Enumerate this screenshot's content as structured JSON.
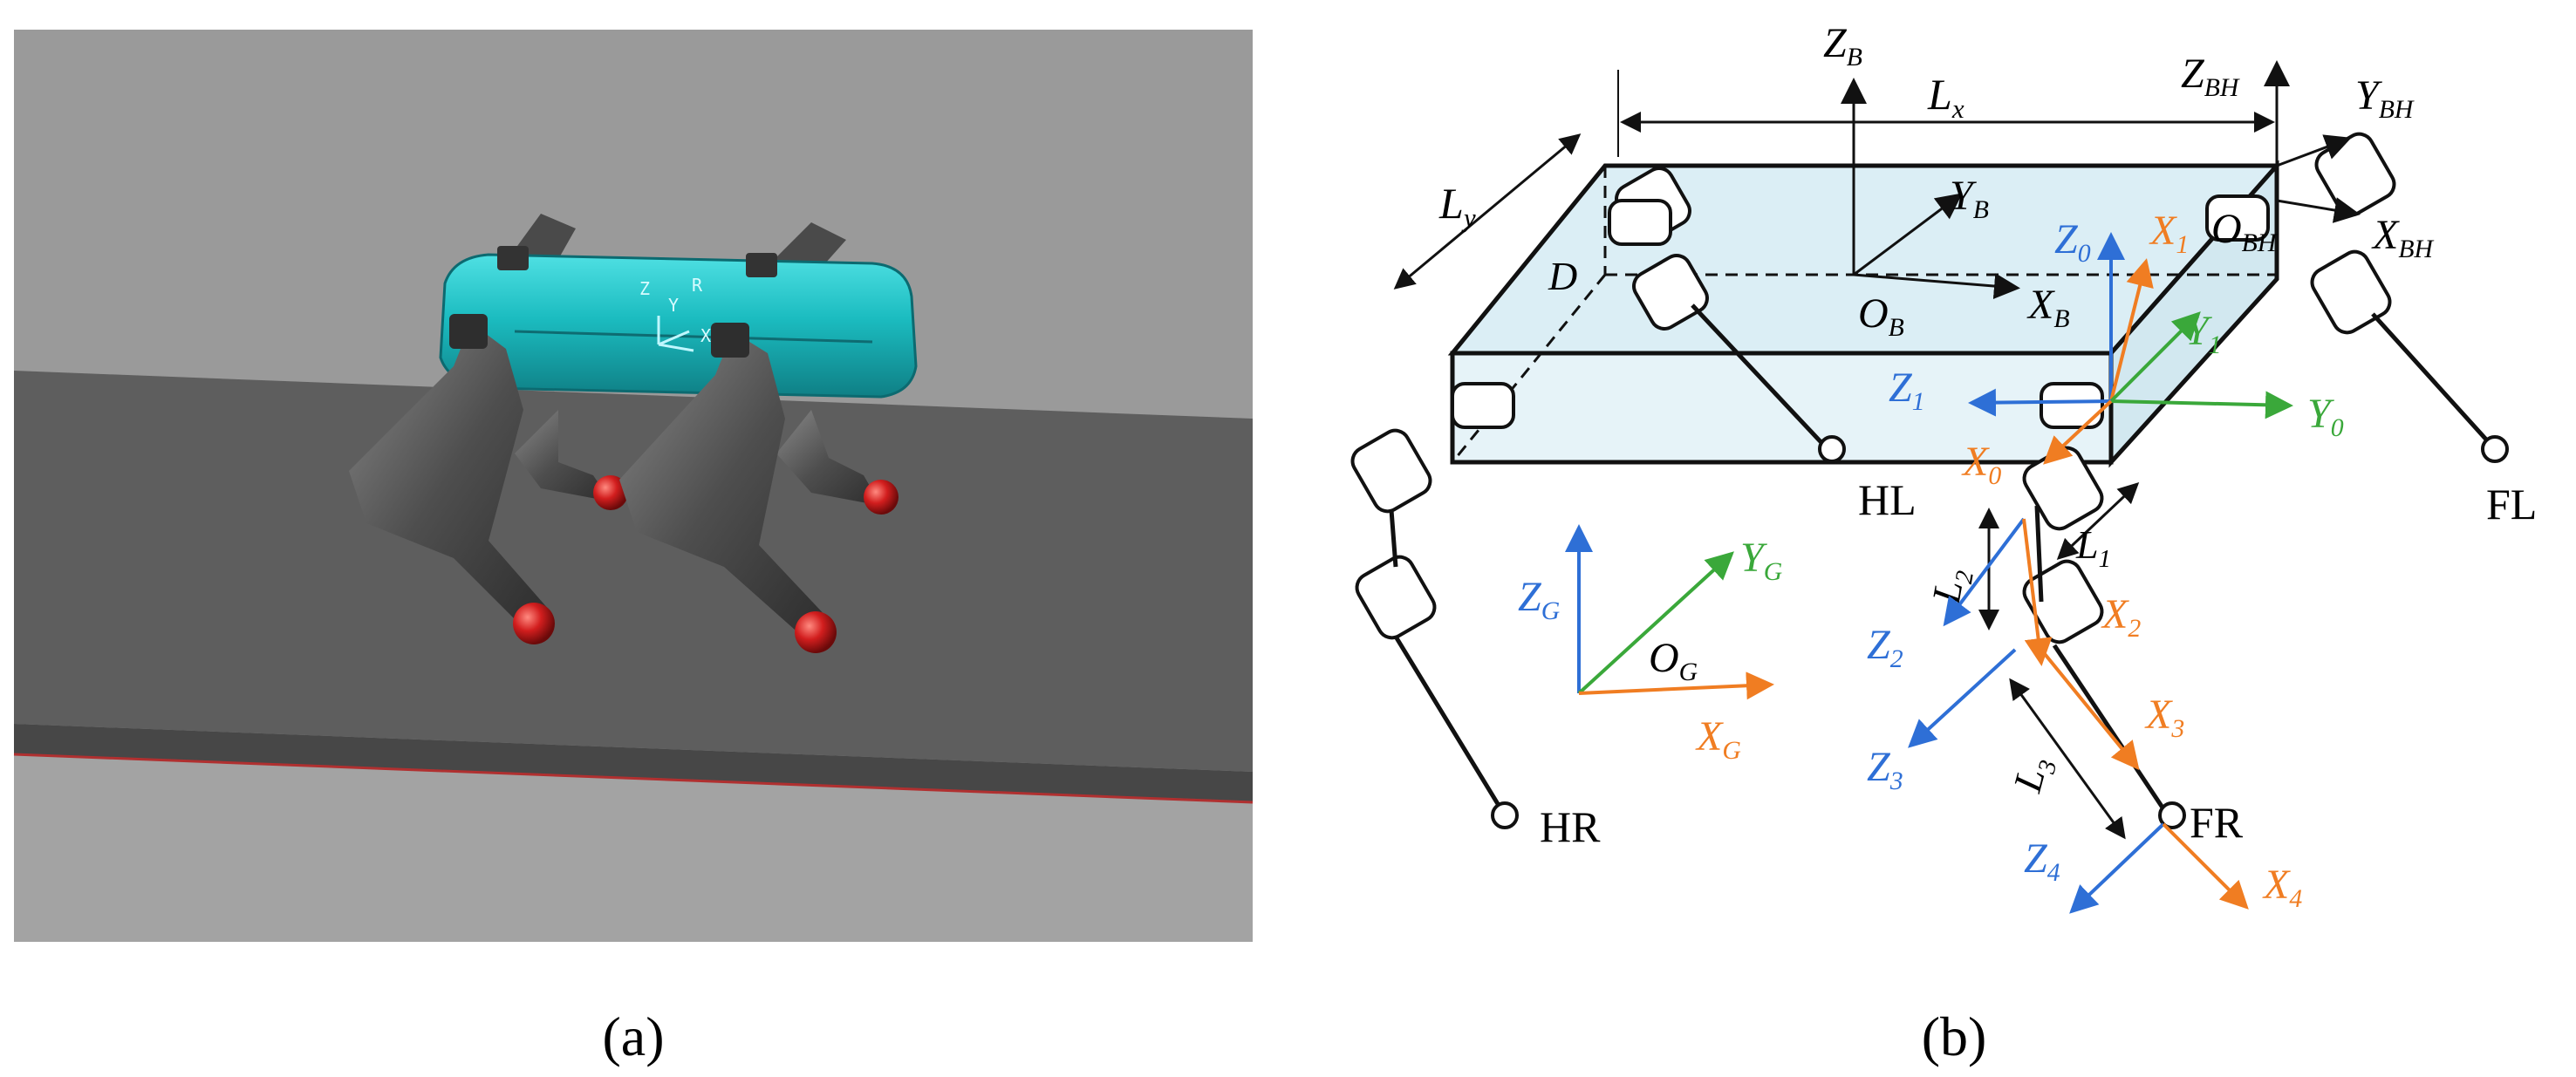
{
  "panel_a": {
    "caption": "(a)",
    "axis_labels": {
      "z": "Z",
      "y": "Y",
      "r": "R",
      "x": "X"
    }
  },
  "panel_b": {
    "caption": "(b)",
    "dimensions": {
      "lx": {
        "base": "L",
        "sub": "x"
      },
      "ly": {
        "base": "L",
        "sub": "y"
      },
      "d": {
        "base": "D"
      },
      "l1": {
        "base": "L",
        "sub": "1"
      },
      "l2": {
        "base": "L",
        "sub": "2"
      },
      "l3": {
        "base": "L",
        "sub": "3"
      }
    },
    "legs": {
      "hl": "HL",
      "hr": "HR",
      "fr": "FR",
      "fl": "FL"
    },
    "frames": {
      "zb": {
        "base": "Z",
        "sub": "B"
      },
      "yb": {
        "base": "Y",
        "sub": "B"
      },
      "xb": {
        "base": "X",
        "sub": "B"
      },
      "ob": {
        "base": "O",
        "sub": "B"
      },
      "zbh": {
        "base": "Z",
        "sub": "BH"
      },
      "ybh": {
        "base": "Y",
        "sub": "BH"
      },
      "xbh": {
        "base": "X",
        "sub": "BH"
      },
      "obh": {
        "base": "O",
        "sub": "BH"
      },
      "z0": {
        "base": "Z",
        "sub": "0"
      },
      "x1": {
        "base": "X",
        "sub": "1"
      },
      "y1": {
        "base": "Y",
        "sub": "1"
      },
      "z1": {
        "base": "Z",
        "sub": "1"
      },
      "y0": {
        "base": "Y",
        "sub": "0"
      },
      "x0": {
        "base": "X",
        "sub": "0"
      },
      "z2": {
        "base": "Z",
        "sub": "2"
      },
      "x2": {
        "base": "X",
        "sub": "2"
      },
      "z3": {
        "base": "Z",
        "sub": "3"
      },
      "x3": {
        "base": "X",
        "sub": "3"
      },
      "z4": {
        "base": "Z",
        "sub": "4"
      },
      "x4": {
        "base": "X",
        "sub": "4"
      },
      "zg": {
        "base": "Z",
        "sub": "G"
      },
      "yg": {
        "base": "Y",
        "sub": "G"
      },
      "og": {
        "base": "O",
        "sub": "G"
      },
      "xg": {
        "base": "X",
        "sub": "G"
      }
    },
    "colors": {
      "z_axis": "#2e6fd6",
      "x_axis": "#f07d22",
      "y_axis": "#3aa83a",
      "body_fill": "#dbeef5",
      "robot_body": "#19b3b6"
    }
  }
}
